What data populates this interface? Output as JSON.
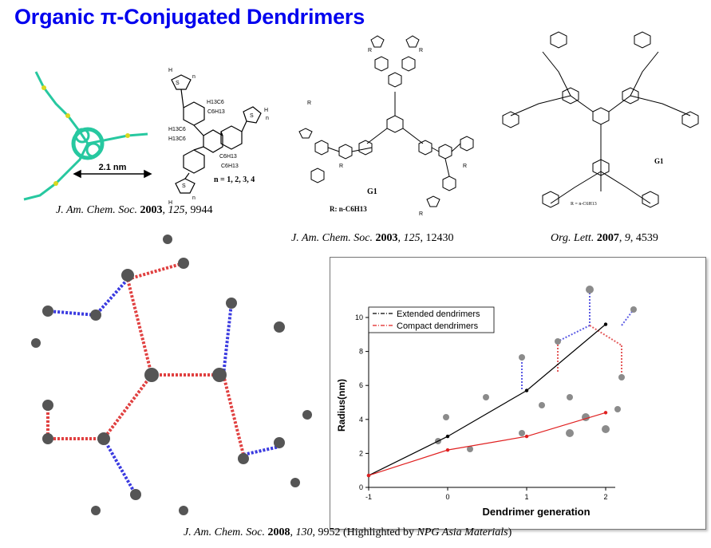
{
  "slide_title": "Organic π-Conjugated Dendrimers",
  "citations": {
    "c1": {
      "journal": "J. Am. Chem. Soc.",
      "year": "2003",
      "volume": "125",
      "page": "9944"
    },
    "c2": {
      "journal": "J. Am. Chem. Soc.",
      "year": "2003",
      "volume": "125",
      "page": "12430"
    },
    "c3": {
      "journal": "Org. Lett.",
      "year": "2007",
      "volume": "9",
      "page": "4539"
    },
    "c4": {
      "journal": "J. Am. Chem. Soc.",
      "year": "2008",
      "volume": "130",
      "page": "9952",
      "note_prefix": "(Highlighted  by ",
      "note_journal": "NPG Asia Materials",
      "note_suffix": ")"
    }
  },
  "structure1": {
    "scale_label": "2.1 nm",
    "repeat_label": "n = 1, 2, 3, 4",
    "labels": [
      "H13C6",
      "C6H13",
      "H13C6",
      "H13C6",
      "C6H13",
      "C6H13",
      "S",
      "S",
      "S",
      "H",
      "H",
      "H",
      "n",
      "n",
      "n"
    ]
  },
  "structure2": {
    "name": "G1",
    "r_group": "R: n-C6H13",
    "r_letters": "R"
  },
  "structure3": {
    "name": "G1",
    "r_group": "R = n-C6H13"
  },
  "chart_data": {
    "type": "line",
    "xlabel": "Dendrimer generation",
    "ylabel": "Radius(nm)",
    "xlim": [
      -1,
      2
    ],
    "ylim": [
      0,
      10
    ],
    "xticks": [
      -1,
      0,
      1,
      2
    ],
    "yticks": [
      0,
      2,
      4,
      6,
      8,
      10
    ],
    "legend_position": "top-left",
    "series": [
      {
        "name": "Extended dendrimers",
        "color": "#000000",
        "x": [
          -1,
          0,
          1,
          2
        ],
        "y": [
          0.7,
          3.0,
          5.7,
          9.6
        ]
      },
      {
        "name": "Compact dendrimers",
        "color": "#e02020",
        "x": [
          -1,
          0,
          1,
          2
        ],
        "y": [
          0.7,
          2.2,
          3.0,
          4.4
        ]
      }
    ]
  },
  "colors": {
    "title": "#0000ee",
    "red_link": "#e04040",
    "blue_link": "#3a3ae0",
    "green_atom": "#27c8a0",
    "yellow_atom": "#d8d820"
  }
}
